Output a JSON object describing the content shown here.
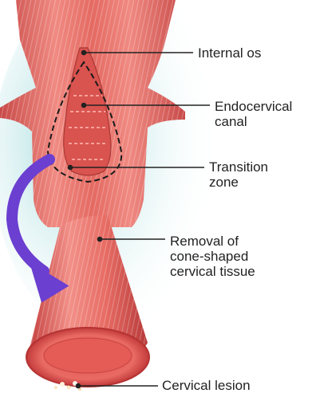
{
  "labels": {
    "internal_os": "Internal os",
    "endocervical_canal": "Endocervical\ncanal",
    "transition_zone": "Transition\nzone",
    "removal": "Removal of\ncone-shaped\ncervical tissue",
    "cervical_lesion": "Cervical lesion"
  },
  "colors": {
    "tissue": "#e0645e",
    "tissue_dark": "#b8403f",
    "tissue_light": "#f39a92",
    "background_glow": "#8fd3d6",
    "arrow": "#6b3fd0",
    "dashed_outline": "#1a1a1a",
    "leader_line": "#222222"
  },
  "icons": {
    "arrow": "curved-arrow-icon"
  }
}
